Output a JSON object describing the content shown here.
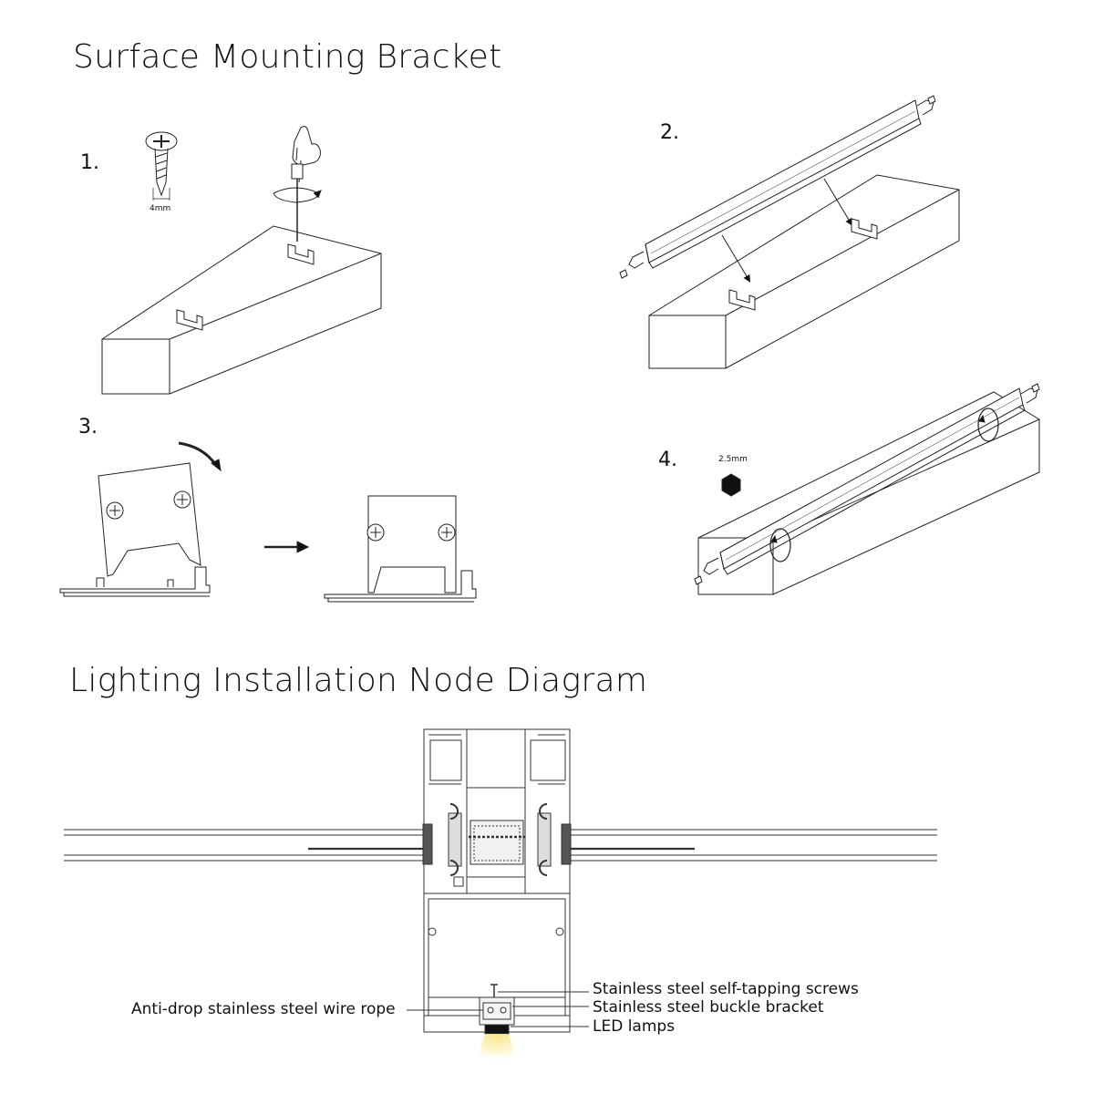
{
  "section1": {
    "title": "Surface Mounting Bracket",
    "steps": [
      "1.",
      "2.",
      "3.",
      "4."
    ],
    "screw_size": "4mm",
    "hex_size": "2.5mm"
  },
  "section2": {
    "title": "Lighting Installation Node Diagram",
    "labels": {
      "screws": "Stainless steel self-tapping screws",
      "bracket": "Stainless steel buckle bracket",
      "lamps": "LED lamps",
      "rope": "Anti-drop stainless steel wire rope"
    }
  }
}
